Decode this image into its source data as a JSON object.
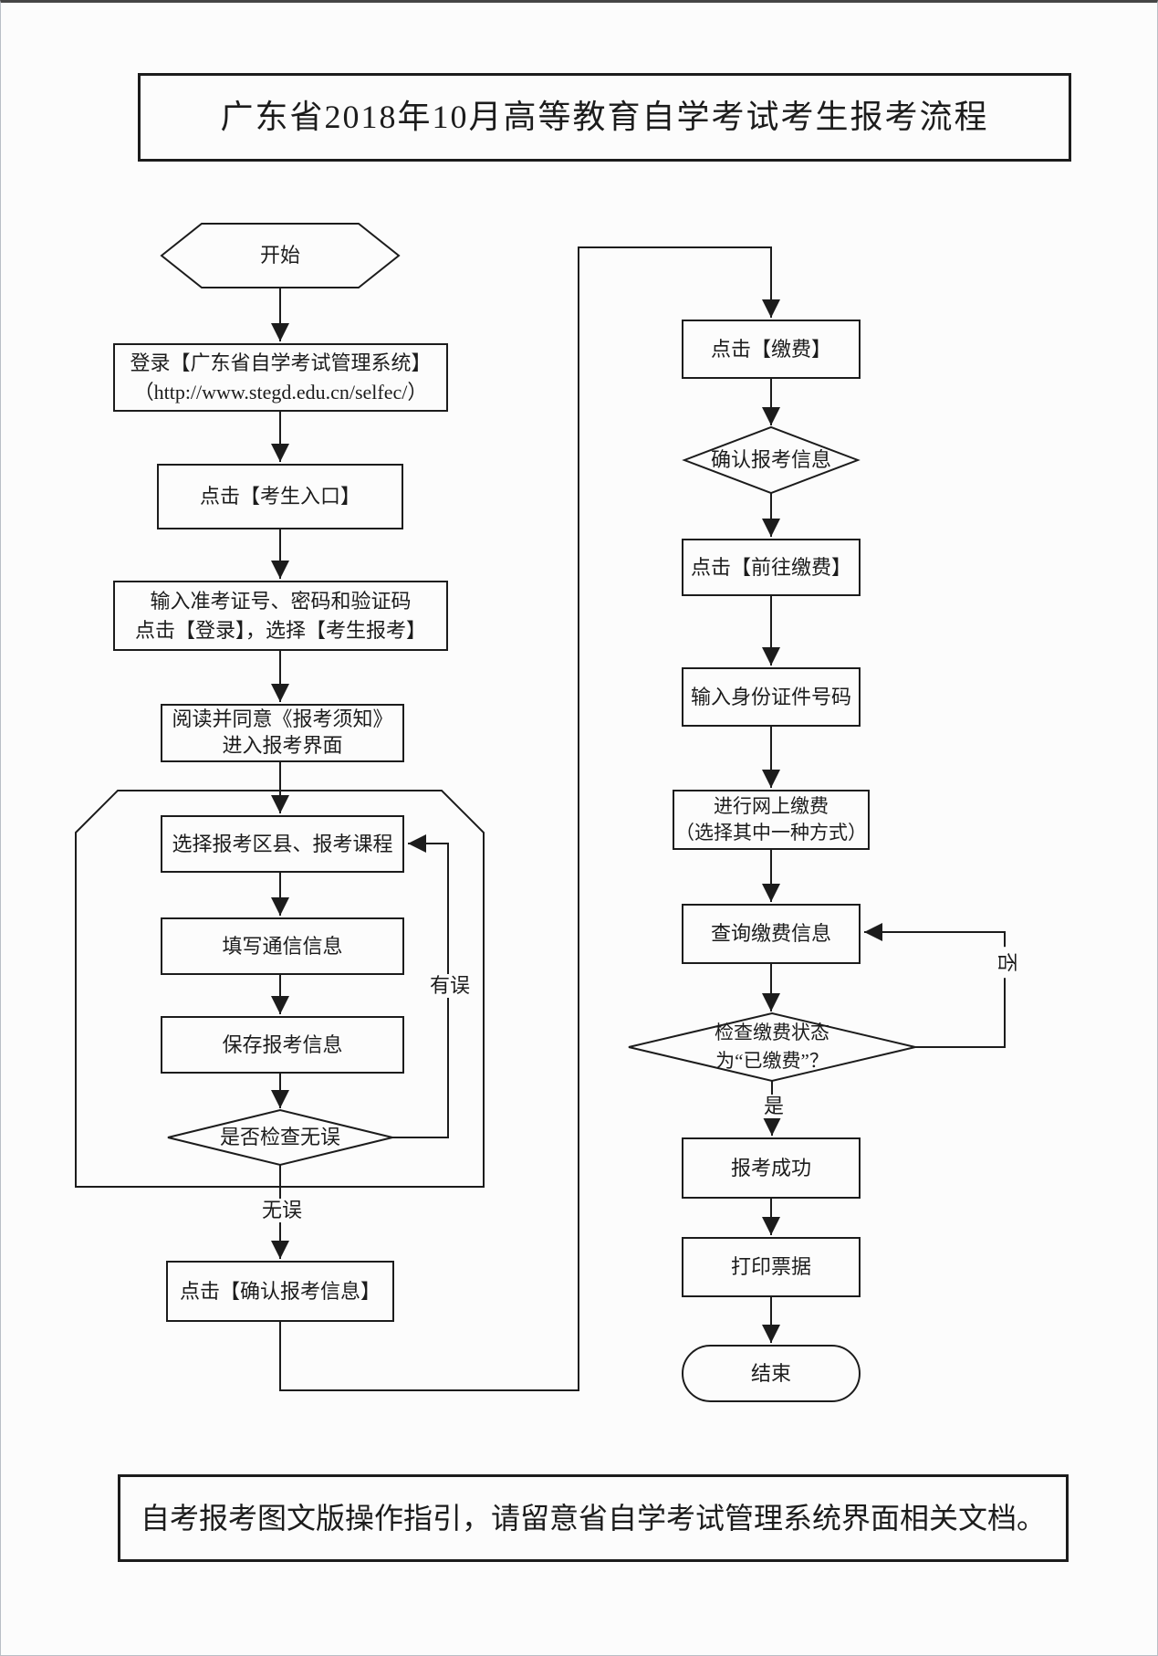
{
  "page": {
    "title": "广东省2018年10月高等教育自学考试考生报考流程",
    "footer": "自考报考图文版操作指引，请留意省自学考试管理系统界面相关文档。"
  },
  "flow": {
    "start": "开始",
    "login_line1": "登录【广东省自学考试管理系统】",
    "login_line2": "（http://www.stegd.edu.cn/selfec/）",
    "entry": "点击【考生入口】",
    "credentials_line1": "输入准考证号、密码和验证码",
    "credentials_line2": "点击【登录】，选择【考生报考】",
    "notice_line1": "阅读并同意《报考须知》",
    "notice_line2": "进入报考界面",
    "select_courses": "选择报考区县、报考课程",
    "fill_contact": "填写通信信息",
    "save_info": "保存报考信息",
    "check_correct": "是否检查无误",
    "confirm_info": "点击【确认报考信息】",
    "click_pay": "点击【缴费】",
    "confirm_pay_info": "确认报考信息",
    "goto_pay": "点击【前往缴费】",
    "input_id": "输入身份证件号码",
    "online_pay_line1": "进行网上缴费",
    "online_pay_line2": "（选择其中一种方式）",
    "query_pay": "查询缴费信息",
    "check_pay_line1": "检查缴费状态",
    "check_pay_line2": "为“已缴费”？",
    "success": "报考成功",
    "print_receipt": "打印票据",
    "end": "结束",
    "labels": {
      "has_error": "有误",
      "no_error": "无误",
      "yes": "是",
      "no": "否"
    }
  }
}
